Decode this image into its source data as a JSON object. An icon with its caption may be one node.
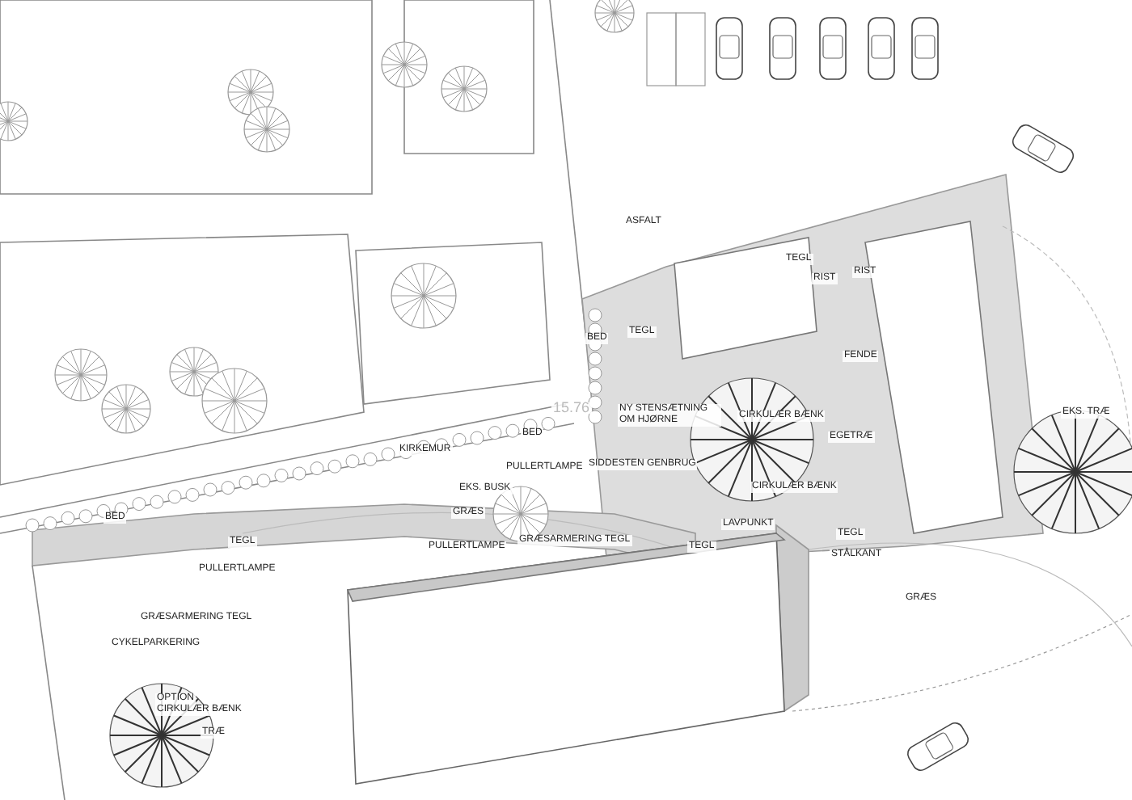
{
  "diagram": {
    "labels": [
      "ASFALT",
      "TEGL",
      "RIST",
      "RIST",
      "TEGL",
      "BED",
      "FENDE",
      "15.76",
      "NY STENSÆTNING OM HJØRNE",
      "CIRKULÆR BÆNK",
      "EKS. TRÆ",
      "BED",
      "EGETRÆ",
      "KIRKEMUR",
      "SIDDESTEN GENBRUG",
      "PULLERTLAMPE",
      "CIRKULÆR BÆNK",
      "EKS. BUSK",
      "GRÆS",
      "BED",
      "LAVPUNKT",
      "TEGL",
      "GRÆSARMERING TEGL",
      "TEGL",
      "PULLERTLAMPE",
      "TEGL",
      "STÅLKANT",
      "PULLERTLAMPE",
      "GRÆS",
      "GRÆSARMERING TEGL",
      "CYKELPARKERING",
      "OPTION",
      "CIRKULÆR BÆNK",
      "TRÆ"
    ]
  }
}
